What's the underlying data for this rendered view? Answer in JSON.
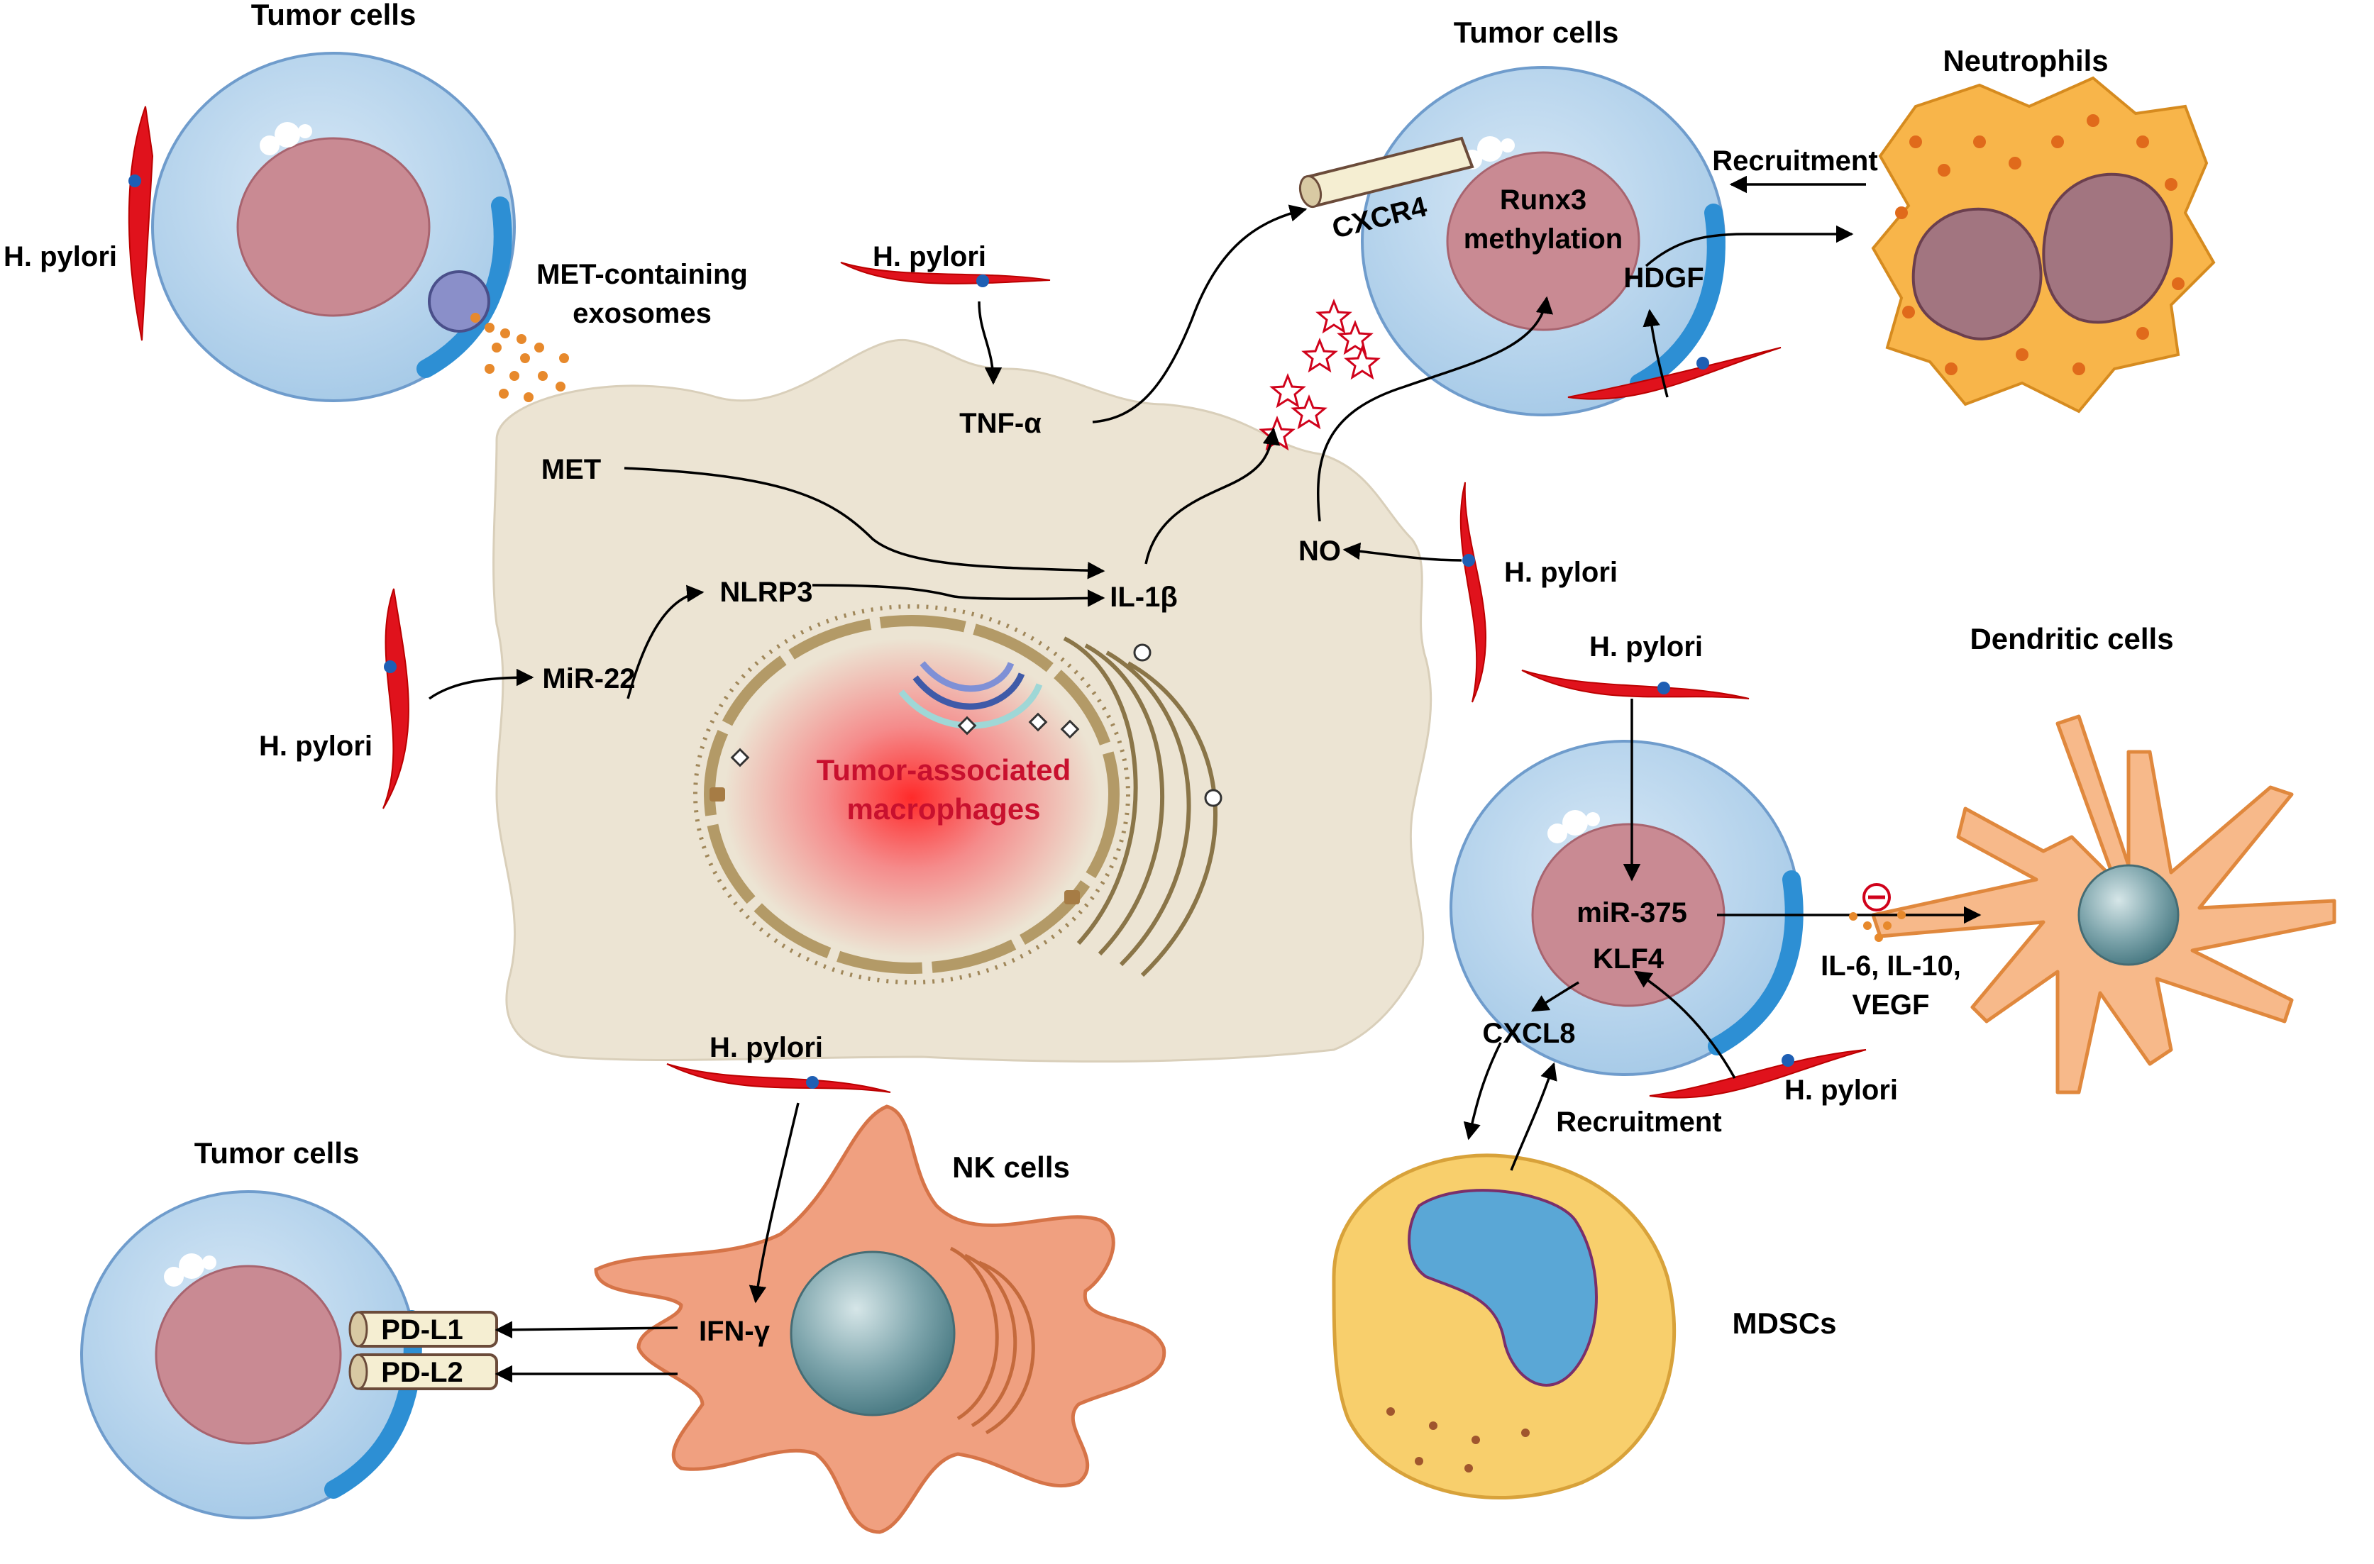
{
  "labels": {
    "tumor_cells_tl": "Tumor cells",
    "tumor_cells_tr": "Tumor cells",
    "tumor_cells_bl": "Tumor cells",
    "neutrophils": "Neutrophils",
    "dendritic_cells": "Dendritic cells",
    "nk_cells": "NK cells",
    "mdscs": "MDSCs",
    "tam_line1": "Tumor-associated",
    "tam_line2": "macrophages",
    "hp_left_top": "H. pylori",
    "hp_top_center": "H. pylori",
    "hp_left_mid": "H. pylori",
    "hp_right_no": "H. pylori",
    "hp_right_mir": "H. pylori",
    "hp_right_klf": "H. pylori",
    "hp_bottom": "H. pylori",
    "met_exo_line1": "MET-containing",
    "met_exo_line2": "exosomes",
    "tnf": "TNF-α",
    "met": "MET",
    "nlrp3": "NLRP3",
    "il1b": "IL-1β",
    "mir22": "MiR-22",
    "no": "NO",
    "cxcr4": "CXCR4",
    "runx3_line1": "Runx3",
    "runx3_line2": "methylation",
    "hdgf": "HDGF",
    "recruitment_top": "Recruitment",
    "mir375": "miR-375",
    "klf4": "KLF4",
    "cxcl8": "CXCL8",
    "recruitment_bottom": "Recruitment",
    "cytokines_line1": "IL-6, IL-10,",
    "cytokines_line2": "VEGF",
    "ifng": "IFN-γ",
    "pdl1": "PD-L1",
    "pdl2": "PD-L2"
  },
  "colors": {
    "tumor_cytoplasm": "#b9d7ee",
    "tumor_nucleus": "#c98a93",
    "macrophage": "#ece4d3",
    "bacteria": "#e0121c",
    "neutrophil": "#f8b54a",
    "dendritic": "#f7b98a",
    "nk": "#f0a080",
    "mdsc": "#f8cf6c",
    "mdsc_nucleus": "#5aa7d6",
    "inhibit": "#d0021b"
  },
  "icons": {
    "bacterium": "h-pylori-rod-icon",
    "inhibition": "inhibit-minus-icon",
    "cytokine": "star-cytokine-icon"
  }
}
